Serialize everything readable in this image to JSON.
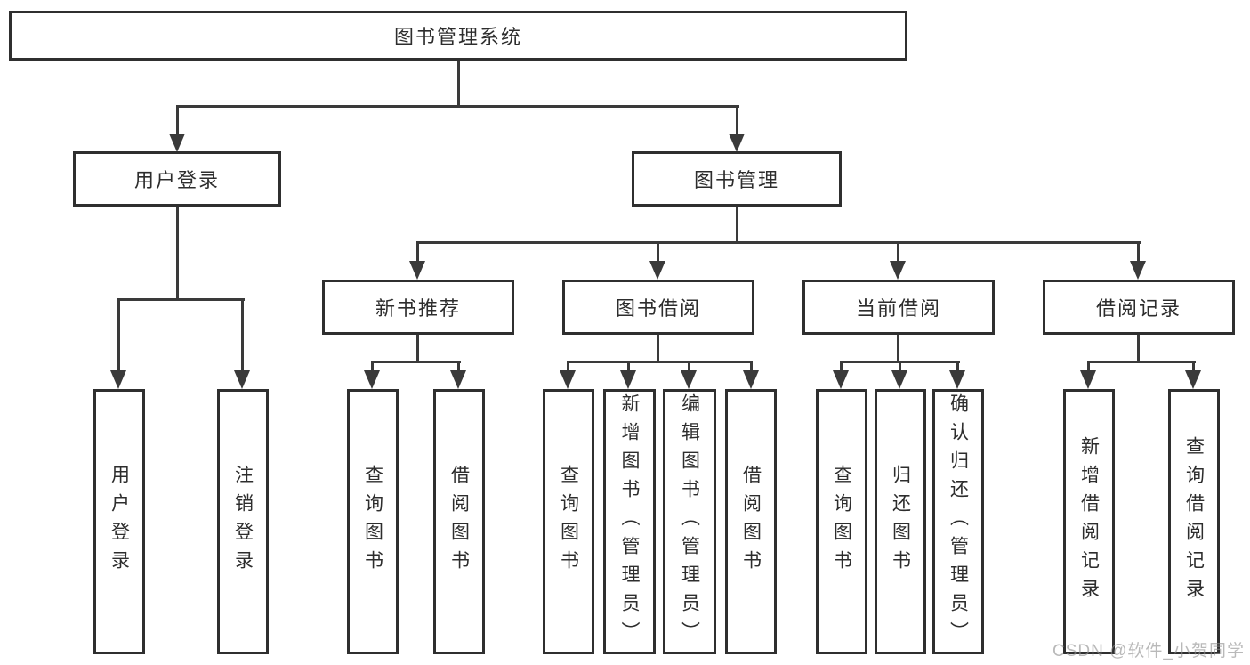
{
  "diagram_title": "图书管理系统",
  "tree": {
    "label": "图书管理系统",
    "children": [
      {
        "label": "用户登录",
        "children": [
          {
            "label": "用户登录"
          },
          {
            "label": "注销登录"
          }
        ]
      },
      {
        "label": "图书管理",
        "children": [
          {
            "label": "新书推荐",
            "children": [
              {
                "label": "查询图书"
              },
              {
                "label": "借阅图书"
              }
            ]
          },
          {
            "label": "图书借阅",
            "children": [
              {
                "label": "查询图书"
              },
              {
                "label": "新增图书（管理员）"
              },
              {
                "label": "编辑图书（管理员）"
              },
              {
                "label": "借阅图书"
              }
            ]
          },
          {
            "label": "当前借阅",
            "children": [
              {
                "label": "查询图书"
              },
              {
                "label": "归还图书"
              },
              {
                "label": "确认归还（管理员）"
              }
            ]
          },
          {
            "label": "借阅记录",
            "children": [
              {
                "label": "新增借阅记录"
              },
              {
                "label": "查询借阅记录"
              }
            ]
          }
        ]
      }
    ]
  },
  "watermark": "CSDN @软件_小贺同学",
  "colors": {
    "background": "#ffffff",
    "line": "#3a3a3a",
    "box_border": "#2f2f2f",
    "text": "#2d2d2d",
    "watermark": "#8f8f8f"
  }
}
